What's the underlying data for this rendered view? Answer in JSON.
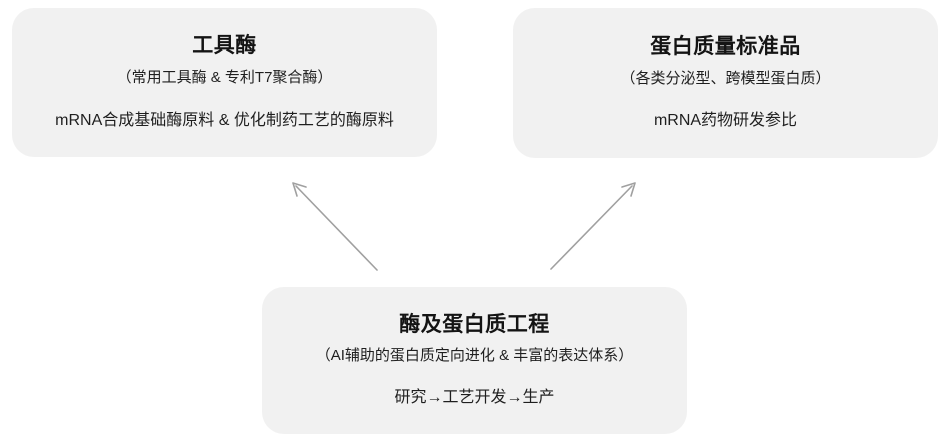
{
  "diagram": {
    "background_color": "#ffffff",
    "node_fill_color": "#f1f1f1",
    "arrow_color": "#a0a0a0",
    "text_color": "#1f1f1f",
    "nodes": [
      {
        "id": "tool-enzyme",
        "title": "工具酶",
        "subtitle": "（常用工具酶 & 专利T7聚合酶）",
        "detail": "mRNA合成基础酶原料 & 优化制药工艺的酶原料"
      },
      {
        "id": "protein-standard",
        "title": "蛋白质量标准品",
        "subtitle": "（各类分泌型、跨模型蛋白质）",
        "detail": "mRNA药物研发参比"
      },
      {
        "id": "engineering",
        "title": "酶及蛋白质工程",
        "subtitle": "（AI辅助的蛋白质定向进化 & 丰富的表达体系）",
        "detail": "研究→工艺开发→生产"
      }
    ],
    "connectors": [
      {
        "id": "engineering-to-tool-enzyme",
        "from": "engineering",
        "to": "tool-enzyme",
        "direction": "up-left"
      },
      {
        "id": "engineering-to-protein-standard",
        "from": "engineering",
        "to": "protein-standard",
        "direction": "up-right"
      }
    ]
  }
}
